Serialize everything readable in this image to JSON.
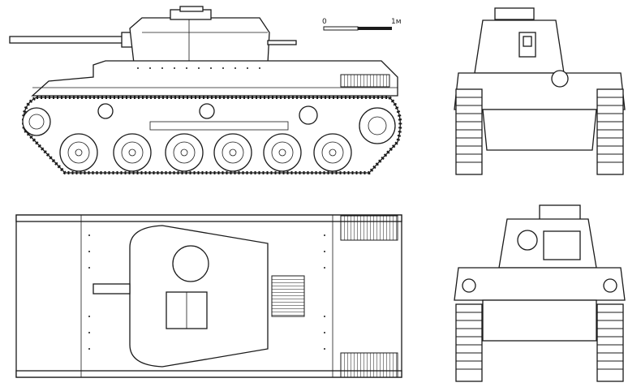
{
  "drawing": {
    "subject": "tank orthographic views",
    "views": [
      {
        "name": "side-view"
      },
      {
        "name": "front-view"
      },
      {
        "name": "top-view"
      },
      {
        "name": "rear-view"
      }
    ]
  },
  "scale_bar": {
    "start_label": "0",
    "end_label": "1м"
  },
  "colors": {
    "ink": "#1a1a1a",
    "paper": "#ffffff"
  }
}
